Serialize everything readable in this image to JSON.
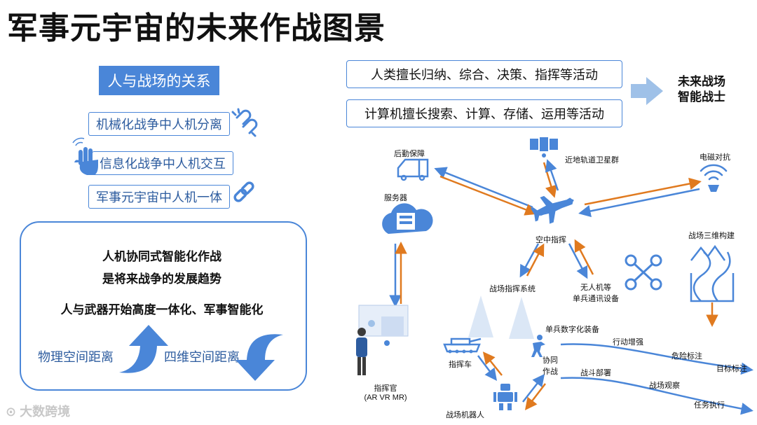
{
  "title": "军事元宇宙的未来作战图景",
  "left": {
    "relation_tag": "人与战场的关系",
    "items": [
      "机械化战争中人机分离",
      "信息化战争中人机交互",
      "军事元宇宙中人机一体"
    ],
    "panel": {
      "line1": "人机协同式智能化作战",
      "line2": "是将来战争的发展趋势",
      "line3": "人与武器开始高度一体化、军事智能化",
      "physical_distance": "物理空间距离",
      "four_d_distance": "四维空间距离"
    }
  },
  "capabilities": {
    "human": "人类擅长归纳、综合、决策、指挥等活动",
    "computer": "计算机擅长搜索、计算、存储、运用等活动",
    "future_line1": "未来战场",
    "future_line2": "智能战士"
  },
  "diagram": {
    "logistics": "后勤保障",
    "satellites": "近地轨道卫星群",
    "em_warfare": "电磁对抗",
    "server": "服务器",
    "air_command": "空中指挥",
    "terrain_3d": "战场三维构建",
    "command_system": "战场指挥系统",
    "uav_line1": "无人机等",
    "uav_line2": "单兵通讯设备",
    "commander_line1": "指挥官",
    "commander_line2": "(AR VR MR)",
    "command_vehicle": "指挥车",
    "soldier_equipment": "单兵数字化装备",
    "coop_line1": "协同",
    "coop_line2": "作战",
    "robot": "战场机器人",
    "action_enhance": "行动增强",
    "danger_mark": "危险标注",
    "target_mark": "目标标注",
    "battle_deploy": "战斗部署",
    "battle_observe": "战场观察",
    "task_exec": "任务执行"
  },
  "watermark": "大数跨境",
  "colors": {
    "blue": "#4a86d8",
    "orange": "#e07a1f",
    "dark_blue": "#2d5c9f"
  }
}
